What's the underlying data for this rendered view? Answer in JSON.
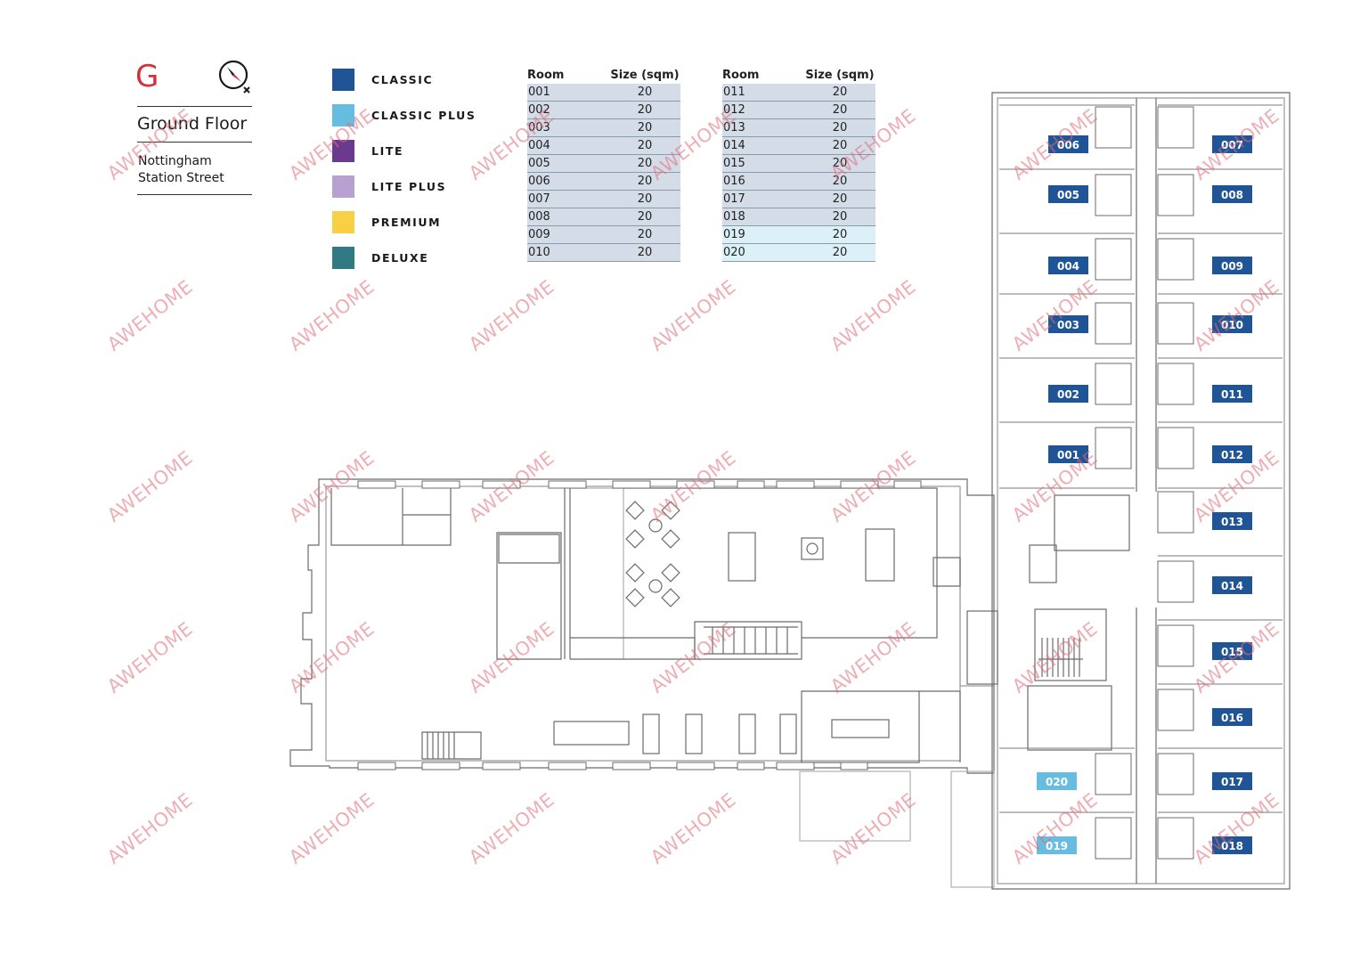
{
  "header": {
    "floor_letter": "G",
    "floor_title": "Ground Floor",
    "address_line1": "Nottingham",
    "address_line2": "Station Street"
  },
  "legend": [
    {
      "label": "CLASSIC",
      "color": "#1f5497"
    },
    {
      "label": "CLASSIC PLUS",
      "color": "#67bde0"
    },
    {
      "label": "LITE",
      "color": "#6b3a8e"
    },
    {
      "label": "LITE PLUS",
      "color": "#b8a0d0"
    },
    {
      "label": "PREMIUM",
      "color": "#f7d046"
    },
    {
      "label": "DELUXE",
      "color": "#2f7a83"
    }
  ],
  "table_headers": {
    "room": "Room",
    "size": "Size (sqm)"
  },
  "table_left": [
    {
      "room": "001",
      "size": "20"
    },
    {
      "room": "002",
      "size": "20"
    },
    {
      "room": "003",
      "size": "20"
    },
    {
      "room": "004",
      "size": "20"
    },
    {
      "room": "005",
      "size": "20"
    },
    {
      "room": "006",
      "size": "20"
    },
    {
      "room": "007",
      "size": "20"
    },
    {
      "room": "008",
      "size": "20"
    },
    {
      "room": "009",
      "size": "20"
    },
    {
      "room": "010",
      "size": "20"
    }
  ],
  "table_right": [
    {
      "room": "011",
      "size": "20"
    },
    {
      "room": "012",
      "size": "20"
    },
    {
      "room": "013",
      "size": "20"
    },
    {
      "room": "014",
      "size": "20"
    },
    {
      "room": "015",
      "size": "20"
    },
    {
      "room": "016",
      "size": "20"
    },
    {
      "room": "017",
      "size": "20"
    },
    {
      "room": "018",
      "size": "20"
    },
    {
      "room": "019",
      "size": "20"
    },
    {
      "room": "020",
      "size": "20"
    }
  ],
  "row_colors": {
    "classic": "#d4dce8",
    "classic_plus": "#dcf0f8"
  },
  "room_labels": [
    {
      "id": "006",
      "type": "classic"
    },
    {
      "id": "007",
      "type": "classic"
    },
    {
      "id": "005",
      "type": "classic"
    },
    {
      "id": "008",
      "type": "classic"
    },
    {
      "id": "004",
      "type": "classic"
    },
    {
      "id": "009",
      "type": "classic"
    },
    {
      "id": "003",
      "type": "classic"
    },
    {
      "id": "010",
      "type": "classic"
    },
    {
      "id": "002",
      "type": "classic"
    },
    {
      "id": "011",
      "type": "classic"
    },
    {
      "id": "001",
      "type": "classic"
    },
    {
      "id": "012",
      "type": "classic"
    },
    {
      "id": "013",
      "type": "classic"
    },
    {
      "id": "014",
      "type": "classic"
    },
    {
      "id": "015",
      "type": "classic"
    },
    {
      "id": "016",
      "type": "classic"
    },
    {
      "id": "020",
      "type": "classic_plus"
    },
    {
      "id": "017",
      "type": "classic"
    },
    {
      "id": "019",
      "type": "classic_plus"
    },
    {
      "id": "018",
      "type": "classic"
    }
  ],
  "watermark": "AWEHOME"
}
